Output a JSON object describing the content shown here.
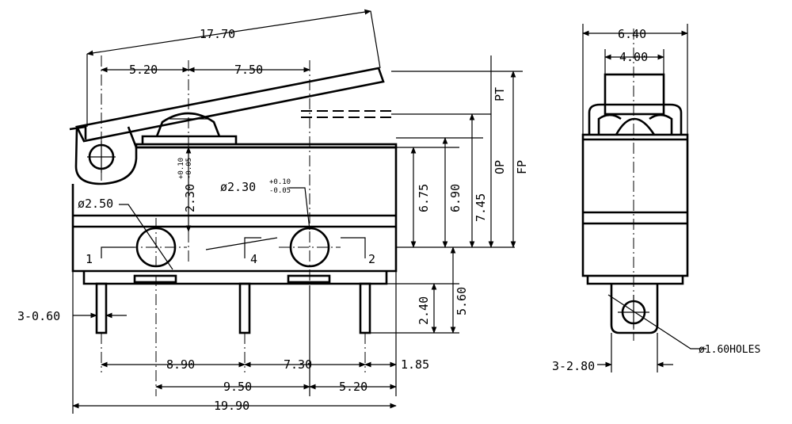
{
  "side_view": {
    "lever_length": "17.70",
    "pivot_to_plunger": "5.20",
    "plunger_to_ref": "7.50",
    "hole_large": "ø2.50",
    "hole_offset": "2.30",
    "hole_offset_tol": [
      "+0.10",
      "-0.05"
    ],
    "hole_dia": "ø2.30",
    "hole_dia_tol": [
      "+0.10",
      "-0.05"
    ],
    "terminal_1": "1",
    "terminal_4": "4",
    "terminal_2": "2",
    "height_a": "6.75",
    "height_b": "6.90",
    "height_op": "7.45",
    "op_label": "OP",
    "pt_label": "PT",
    "fp_label": "FP",
    "pin_length": "2.40",
    "pin_total": "5.60",
    "pin_width": "3-0.60",
    "pitch_a": "8.90",
    "pitch_b": "7.30",
    "edge_right": "1.85",
    "span_a": "9.50",
    "span_b": "5.20",
    "overall_length": "19.90"
  },
  "end_view": {
    "overall_width": "6.40",
    "plunger_width": "4.00",
    "pin_width": "3-2.80",
    "holes_note": "ø1.60HOLES"
  }
}
